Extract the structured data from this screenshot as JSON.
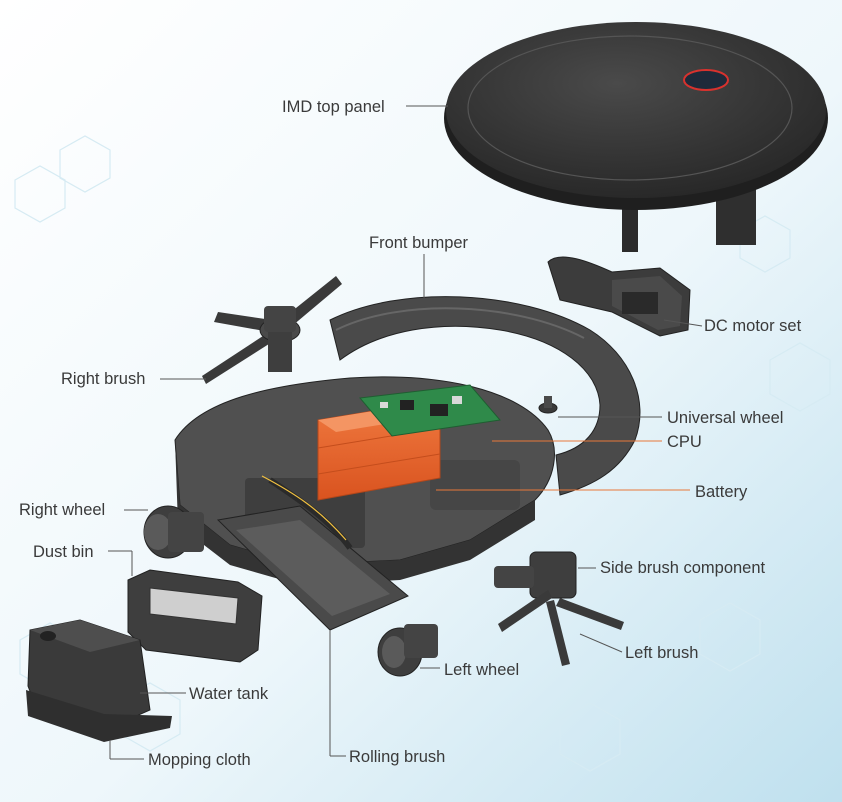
{
  "labels": {
    "imd_top_panel": "IMD top panel",
    "front_bumper": "Front bumper",
    "dc_motor_set": "DC motor set",
    "right_brush": "Right brush",
    "universal_wheel": "Universal wheel",
    "cpu": "CPU",
    "battery": "Battery",
    "right_wheel": "Right wheel",
    "dust_bin": "Dust bin",
    "side_brush_component": "Side brush component",
    "left_brush": "Left brush",
    "left_wheel": "Left wheel",
    "water_tank": "Water tank",
    "mopping_cloth": "Mopping cloth",
    "rolling_brush": "Rolling brush"
  },
  "colors": {
    "background_light": "#ffffff",
    "background_tint": "#cfe8f2",
    "component_dark": "#3a3a3a",
    "component_mid": "#5a5a5a",
    "battery_orange": "#e8612c",
    "pcb_green": "#2f8a4a",
    "accent_red": "#d8322e",
    "leader_line": "#555555",
    "leader_line_orange": "#e8783a"
  }
}
